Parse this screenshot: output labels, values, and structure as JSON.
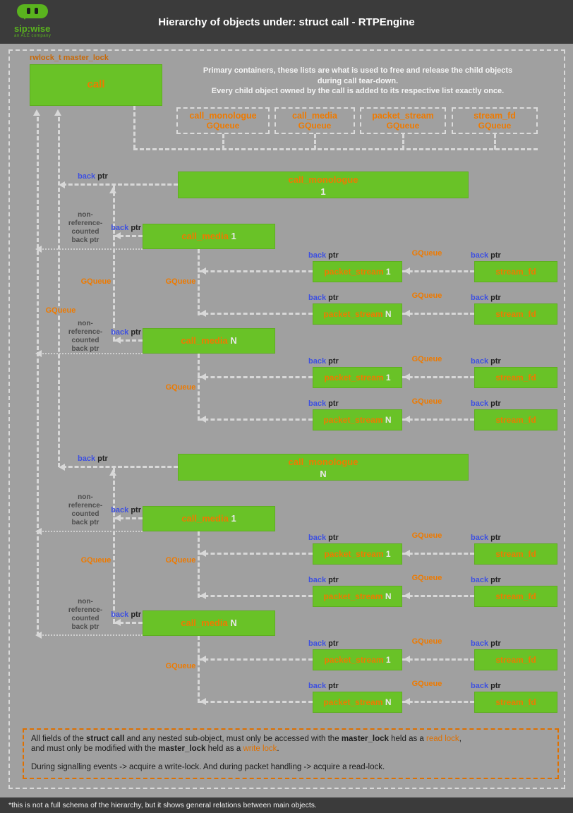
{
  "header": {
    "logo": {
      "brand": "sip:wise",
      "tagline": "an ALE company"
    },
    "title": "Hierarchy of objects under: struct call - RTPEngine"
  },
  "intro": {
    "line1": "Primary containers, these lists are what is used to free and release the child objects",
    "line2": "during call tear-down.",
    "line3": "Every child object owned by the call is added to its respective list exactly once."
  },
  "labels": {
    "master_lock": "rwlock_t master_lock",
    "gqueue": "GQueue",
    "back": "back",
    "ptr": "ptr",
    "nonref1": "non-",
    "nonref2": "reference-",
    "nonref3": "counted",
    "nonref4": "back ptr"
  },
  "containers": [
    {
      "name": "call_monologue",
      "type": "GQueue"
    },
    {
      "name": "call_media",
      "type": "GQueue"
    },
    {
      "name": "packet_stream",
      "type": "GQueue"
    },
    {
      "name": "stream_fd",
      "type": "GQueue"
    }
  ],
  "nodes": {
    "call": "call",
    "call_monologue": "call_monologue",
    "call_media": "call_media",
    "packet_stream": "packet_stream",
    "stream_fd": "stream_fd",
    "one": "1",
    "n": "N"
  },
  "legal": {
    "l1a": "All fields of the ",
    "l1b": "struct call",
    "l1c": " and any nested sub-object, must only be accessed with the ",
    "l1d": "master_lock",
    "l1e": " held as a ",
    "l1f": "read lock",
    "l1g": ",",
    "l2a": "and must only be modified with the ",
    "l2b": "master_lock",
    "l2c": " held as a ",
    "l2d": "write lock",
    "l2e": ".",
    "l3": "During signalling events -> acquire a write-lock. And during packet handling -> acquire a read-lock."
  },
  "footer": {
    "note": "*this is not a full schema of the hierarchy, but it shows general relations between main objects."
  },
  "colors": {
    "header_bg": "#3b3b3b",
    "canvas_bg": "#a0a0a0",
    "node_green": "#69c227",
    "accent_orange": "#ee7a00",
    "back_ptr_blue": "#3f51e0",
    "logo_green": "#5ab31e",
    "legal_border_orange": "#df7000"
  }
}
